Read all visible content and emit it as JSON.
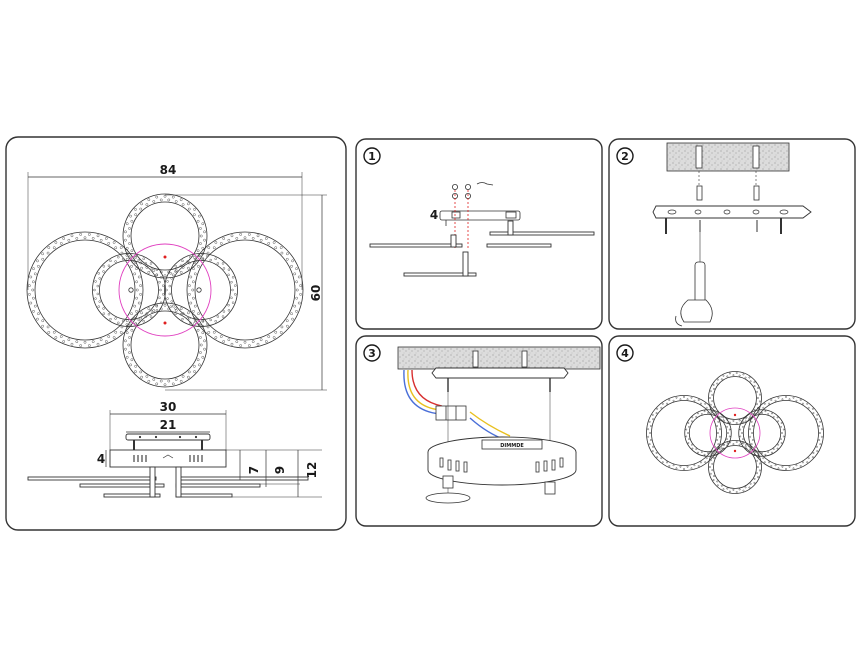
{
  "main_panel": {
    "width_label": "84",
    "height_label": "60",
    "base_width_label": "30",
    "plate_width_label": "21",
    "plate_height_label": "4",
    "height_7_label": "7",
    "height_9_label": "9",
    "height_12_label": "12"
  },
  "steps": [
    {
      "number": "1",
      "plate_height_label": "4"
    },
    {
      "number": "2"
    },
    {
      "number": "3",
      "driver_label": "DIMMDE"
    },
    {
      "number": "4"
    }
  ],
  "colors": {
    "line": "#333333",
    "ring_beads": "#555555",
    "accent_pink": "#e040c0",
    "accent_red": "#e02020",
    "wire_blue": "#4a6fd8",
    "wire_yellow": "#e8c020",
    "wire_red": "#d83030",
    "ceiling_fill": "#d8d8d8"
  }
}
